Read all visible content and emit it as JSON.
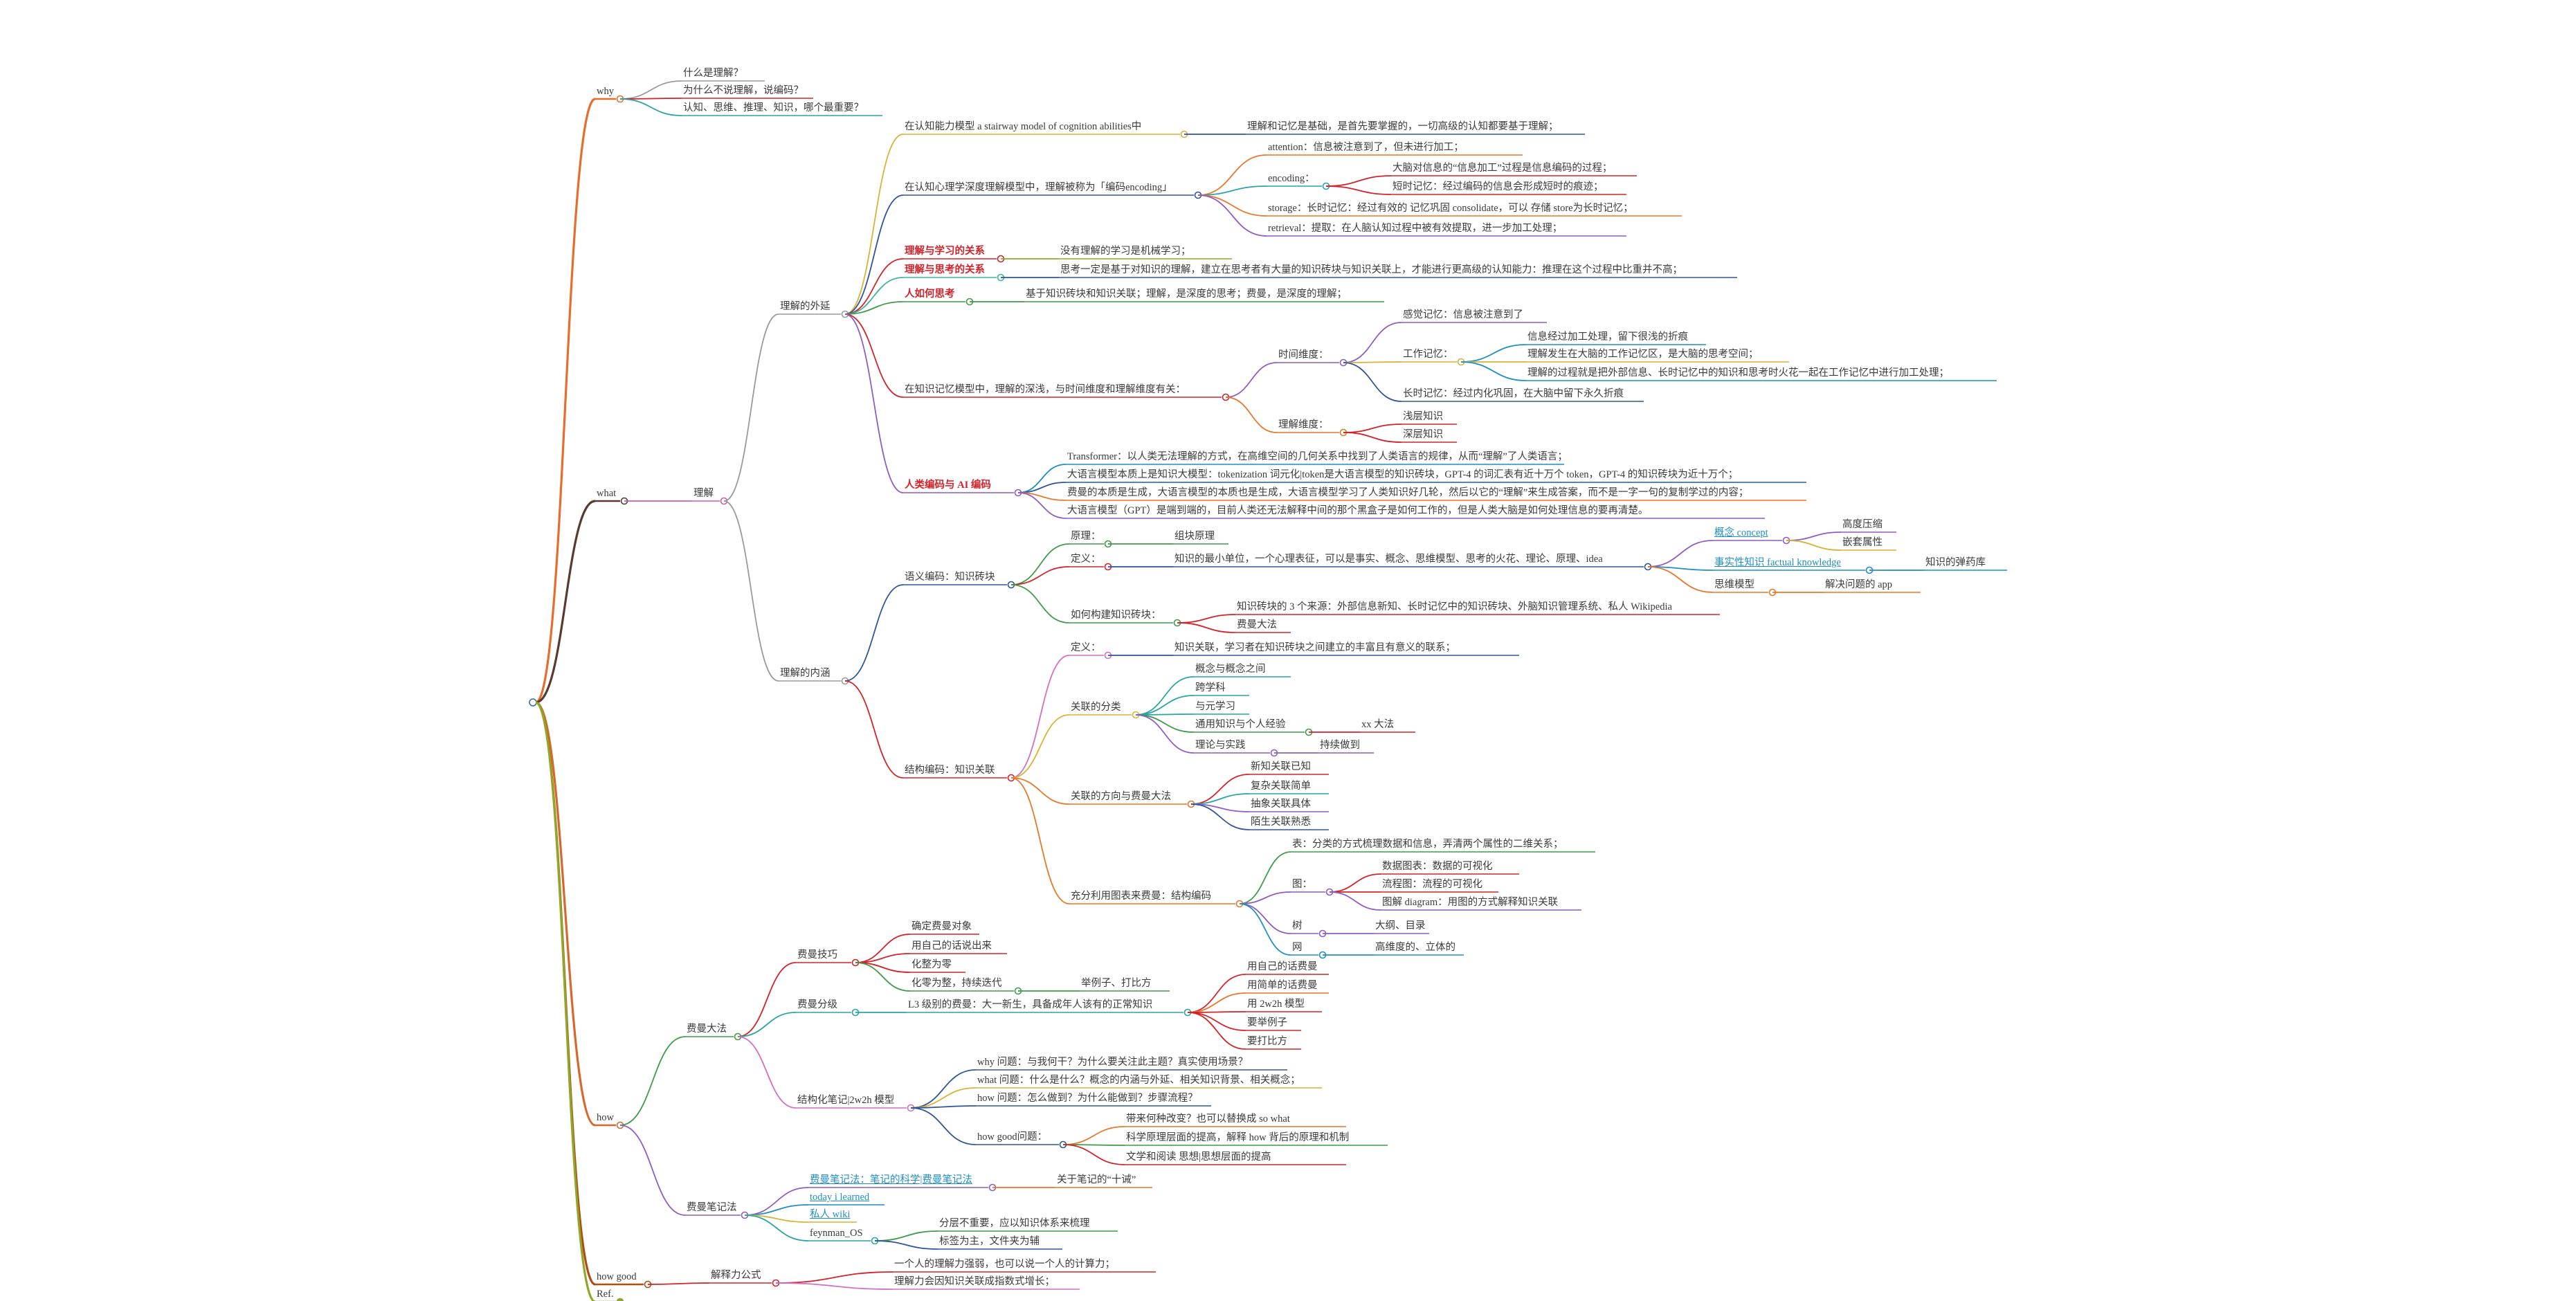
{
  "title": "",
  "nodes": [
    {
      "id": "why",
      "text": "why"
    },
    {
      "id": "why1",
      "text": "什么是理解？"
    },
    {
      "id": "why2",
      "text": "为什么不说理解，说编码？"
    },
    {
      "id": "why3",
      "text": "认知、思维、推理、知识，哪个最重要？"
    },
    {
      "id": "what",
      "text": "what"
    },
    {
      "id": "lijie",
      "text": "理解"
    },
    {
      "id": "waiyan",
      "text": "理解的外延"
    },
    {
      "id": "stair",
      "text": "在认知能力模型 a stairway model of cognition abilities中"
    },
    {
      "id": "stair_c",
      "text": "理解和记忆是基础，是首先要掌握的，一切高级的认知都要基于理解；"
    },
    {
      "id": "deep",
      "text": "在认知心理学深度理解模型中，理解被称为「编码encoding」"
    },
    {
      "id": "attn",
      "text": "attention：信息被注意到了，但未进行加工；"
    },
    {
      "id": "enc",
      "text": "encoding："
    },
    {
      "id": "enc1",
      "text": "大脑对信息的“信息加工”过程是信息编码的过程；"
    },
    {
      "id": "enc2",
      "text": "短时记忆：经过编码的信息会形成短时的痕迹；"
    },
    {
      "id": "storage",
      "text": "storage：长时记忆：经过有效的 记忆巩固 consolidate，可以 存储 store为长时记忆；"
    },
    {
      "id": "retr",
      "text": "retrieval：提取：在人脑认知过程中被有效提取，进一步加工处理；"
    },
    {
      "id": "learn",
      "text": "理解与学习的关系"
    },
    {
      "id": "learn_c",
      "text": "没有理解的学习是机械学习；"
    },
    {
      "id": "think",
      "text": "理解与思考的关系"
    },
    {
      "id": "think_c",
      "text": "思考一定是基于对知识的理解，建立在思考者有大量的知识砖块与知识关联上，才能进行更高级的认知能力：推理在这个过程中比重并不高；"
    },
    {
      "id": "howth",
      "text": "人如何思考"
    },
    {
      "id": "howth_c",
      "text": "基于知识砖块和知识关联；理解，是深度的思考；费曼，是深度的理解；"
    },
    {
      "id": "memmodel",
      "text": "在知识记忆模型中，理解的深浅，与时间维度和理解维度有关："
    },
    {
      "id": "time",
      "text": "时间维度："
    },
    {
      "id": "sense",
      "text": "感觉记忆：信息被注意到了"
    },
    {
      "id": "work",
      "text": "工作记忆："
    },
    {
      "id": "work1",
      "text": "信息经过加工处理，留下很浅的折痕"
    },
    {
      "id": "work2",
      "text": "理解发生在大脑的工作记忆区，是大脑的思考空间；"
    },
    {
      "id": "work3",
      "text": "理解的过程就是把外部信息、长时记忆中的知识和思考时火花一起在工作记忆中进行加工处理；"
    },
    {
      "id": "long",
      "text": "长时记忆：经过内化巩固，在大脑中留下永久折痕"
    },
    {
      "id": "udim",
      "text": "理解维度："
    },
    {
      "id": "shallow",
      "text": "浅层知识"
    },
    {
      "id": "deepk",
      "text": "深层知识"
    },
    {
      "id": "ai",
      "text": "人类编码与 AI 编码"
    },
    {
      "id": "ai1",
      "text": "Transformer：以人类无法理解的方式，在高维空间的几何关系中找到了人类语言的规律，从而“理解”了人类语言；"
    },
    {
      "id": "ai2",
      "text": "大语言模型本质上是知识大模型：tokenization 词元化|token是大语言模型的知识砖块，GPT-4 的词汇表有近十万个 token，GPT-4 的知识砖块为近十万个；"
    },
    {
      "id": "ai3",
      "text": "费曼的本质是生成，大语言模型的本质也是生成，大语言模型学习了人类知识好几轮，然后以它的“理解”来生成答案，而不是一字一句的复制学过的内容；"
    },
    {
      "id": "ai4",
      "text": "大语言模型（GPT）是端到端的，目前人类还无法解释中间的那个黑盒子是如何工作的，但是人类大脑是如何处理信息的要再清楚。"
    },
    {
      "id": "neihan",
      "text": "理解的内涵"
    },
    {
      "id": "yuyi",
      "text": "语义编码：知识砖块"
    },
    {
      "id": "yl",
      "text": "原理："
    },
    {
      "id": "yl_c",
      "text": "组块原理"
    },
    {
      "id": "dy",
      "text": "定义："
    },
    {
      "id": "dy_c",
      "text": "知识的最小单位，一个心理表征，可以是事实、概念、思维模型、思考的火花、理论、原理、idea"
    },
    {
      "id": "concept",
      "text": "概念 concept"
    },
    {
      "id": "c1",
      "text": "高度压缩"
    },
    {
      "id": "c2",
      "text": "嵌套属性"
    },
    {
      "id": "fact",
      "text": "事实性知识 factual knowledge"
    },
    {
      "id": "fact_c",
      "text": "知识的弹药库"
    },
    {
      "id": "mm",
      "text": "思维模型"
    },
    {
      "id": "mm_c",
      "text": "解决问题的 app"
    },
    {
      "id": "build",
      "text": "如何构建知识砖块："
    },
    {
      "id": "build1",
      "text": "知识砖块的 3 个来源：外部信息新知、长时记忆中的知识砖块、外脑知识管理系统、私人 Wikipedia"
    },
    {
      "id": "build2",
      "text": "费曼大法"
    },
    {
      "id": "jiegou",
      "text": "结构编码：知识关联"
    },
    {
      "id": "jdy",
      "text": "定义："
    },
    {
      "id": "jdy_c",
      "text": "知识关联，学习者在知识砖块之间建立的丰富且有意义的联系；"
    },
    {
      "id": "cls",
      "text": "关联的分类"
    },
    {
      "id": "cls1",
      "text": "概念与概念之间"
    },
    {
      "id": "cls2",
      "text": "跨学科"
    },
    {
      "id": "cls3",
      "text": "与元学习"
    },
    {
      "id": "cls4",
      "text": "通用知识与个人经验"
    },
    {
      "id": "cls4c",
      "text": "xx 大法"
    },
    {
      "id": "cls5",
      "text": "理论与实践"
    },
    {
      "id": "cls5c",
      "text": "持续做到"
    },
    {
      "id": "dir",
      "text": "关联的方向与费曼大法"
    },
    {
      "id": "dir1",
      "text": "新知关联已知"
    },
    {
      "id": "dir2",
      "text": "复杂关联简单"
    },
    {
      "id": "dir3",
      "text": "抽象关联具体"
    },
    {
      "id": "dir4",
      "text": "陌生关联熟悉"
    },
    {
      "id": "chart",
      "text": "充分利用图表来费曼：结构编码"
    },
    {
      "id": "tab",
      "text": "表：分类的方式梳理数据和信息，弄清两个属性的二维关系；"
    },
    {
      "id": "tu",
      "text": "图："
    },
    {
      "id": "tu1",
      "text": "数据图表：数据的可视化"
    },
    {
      "id": "tu2",
      "text": "流程图：流程的可视化"
    },
    {
      "id": "tu3",
      "text": "图解 diagram：用图的方式解释知识关联"
    },
    {
      "id": "shu",
      "text": "树"
    },
    {
      "id": "shu_c",
      "text": "大纲、目录"
    },
    {
      "id": "wang",
      "text": "网"
    },
    {
      "id": "wang_c",
      "text": "高维度的、立体的"
    },
    {
      "id": "how",
      "text": "how"
    },
    {
      "id": "fm",
      "text": "费曼大法"
    },
    {
      "id": "skill",
      "text": "费曼技巧"
    },
    {
      "id": "sk1",
      "text": "确定费曼对象"
    },
    {
      "id": "sk2",
      "text": "用自己的话说出来"
    },
    {
      "id": "sk3",
      "text": "化整为零"
    },
    {
      "id": "sk4",
      "text": "化零为整，持续迭代"
    },
    {
      "id": "sk4c",
      "text": "举例子、打比方"
    },
    {
      "id": "level",
      "text": "费曼分级"
    },
    {
      "id": "level_c",
      "text": "L3 级别的费曼：大一新生，具备成年人该有的正常知识"
    },
    {
      "id": "lv1",
      "text": "用自己的话费曼"
    },
    {
      "id": "lv2",
      "text": "用简单的话费曼"
    },
    {
      "id": "lv3",
      "text": "用 2w2h 模型"
    },
    {
      "id": "lv4",
      "text": "要举例子"
    },
    {
      "id": "lv5",
      "text": "要打比方"
    },
    {
      "id": "struct",
      "text": "结构化笔记|2w2h 模型"
    },
    {
      "id": "q1",
      "text": "why 问题：与我何干？为什么要关注此主题？真实使用场景？"
    },
    {
      "id": "q2",
      "text": "what 问题：什么是什么？概念的内涵与外延、相关知识背景、相关概念；"
    },
    {
      "id": "q3",
      "text": "how 问题：怎么做到？为什么能做到？步骤流程？"
    },
    {
      "id": "hg",
      "text": "how good问题："
    },
    {
      "id": "hg1",
      "text": "带来何种改变？也可以替换成 so what"
    },
    {
      "id": "hg2",
      "text": "科学原理层面的提高，解释 how 背后的原理和机制"
    },
    {
      "id": "hg3",
      "text": "文学和阅读 思想|思想层面的提高"
    },
    {
      "id": "notes",
      "text": "费曼笔记法"
    },
    {
      "id": "n1",
      "text": "费曼笔记法：笔记的科学|费曼笔记法"
    },
    {
      "id": "n1c",
      "text": "关于笔记的“十诫”"
    },
    {
      "id": "n2",
      "text": "today i learned"
    },
    {
      "id": "n3",
      "text": "私人 wiki"
    },
    {
      "id": "n4",
      "text": "feynman_OS"
    },
    {
      "id": "n4a",
      "text": "分层不重要，应以知识体系来梳理"
    },
    {
      "id": "n4b",
      "text": "标签为主，文件夹为辅"
    },
    {
      "id": "howgood",
      "text": "how good"
    },
    {
      "id": "jsl",
      "text": "解释力公式"
    },
    {
      "id": "jsl1",
      "text": "一个人的理解力强弱，也可以说一个人的计算力；"
    },
    {
      "id": "jsl2",
      "text": "理解力会因知识关联成指数式增长；"
    },
    {
      "id": "ref",
      "text": "Ref."
    }
  ],
  "colors": {
    "why": "#e86d2a",
    "what": "#5a3a2f",
    "how": "#d6682b",
    "howgood": "#b44a12",
    "ref": "#8fa828",
    "lijie": "#c75bb3",
    "gray": "#9a9a9a",
    "red": "#d2232a",
    "blue": "#1f8ec4",
    "green": "#3f9a4a",
    "yellow": "#d7b336",
    "teal": "#2aa3a3",
    "purple": "#8f5cc2",
    "orange": "#e8772a",
    "navy": "#2e5597",
    "olive": "#8fa828",
    "pink": "#d36fc0",
    "mint": "#3fb59c",
    "cyan": "#19a3c8"
  }
}
